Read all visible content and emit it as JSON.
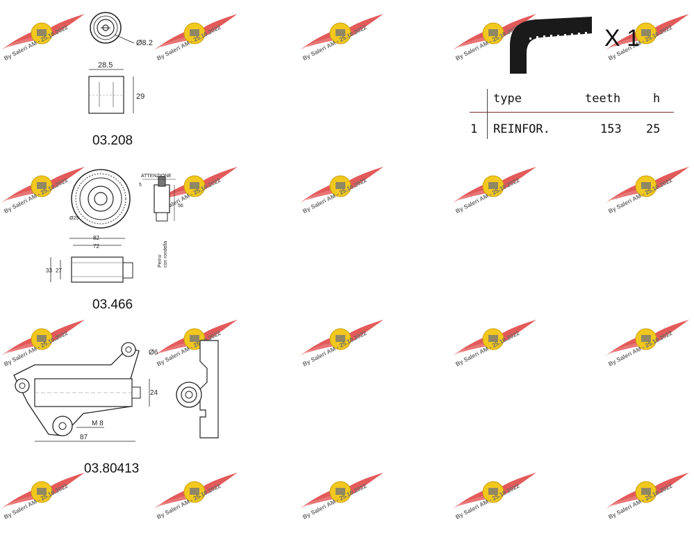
{
  "watermark": {
    "text": "By Saleri AM - 25.10.2022"
  },
  "parts": [
    {
      "code": "03.208",
      "dims": {
        "diameter": "Ø8.2",
        "width": "28.5",
        "height": "29"
      }
    },
    {
      "code": "03.466",
      "dims": {
        "diameter": "Ø25",
        "d82": "82",
        "d72": "72",
        "d33": "33",
        "d27": "27",
        "note_top": "ATTENZIONE",
        "d5": "5",
        "d56": "56",
        "pin": "Perno",
        "pin2": "con rondella"
      }
    },
    {
      "code": "03.80413",
      "dims": {
        "d6": "Ø6",
        "d24": "24",
        "m8": "M 8",
        "d87": "87"
      }
    }
  ],
  "belt": {
    "quantity": "X 1",
    "headers": {
      "type": "type",
      "teeth": "teeth",
      "h": "h"
    },
    "rows": [
      {
        "index": "1",
        "type": "REINFOR.",
        "teeth": "153",
        "h": "25"
      }
    ]
  },
  "colors": {
    "wing_red": "#e04848",
    "wheel_yellow": "#f2c81e",
    "line": "#222222"
  }
}
